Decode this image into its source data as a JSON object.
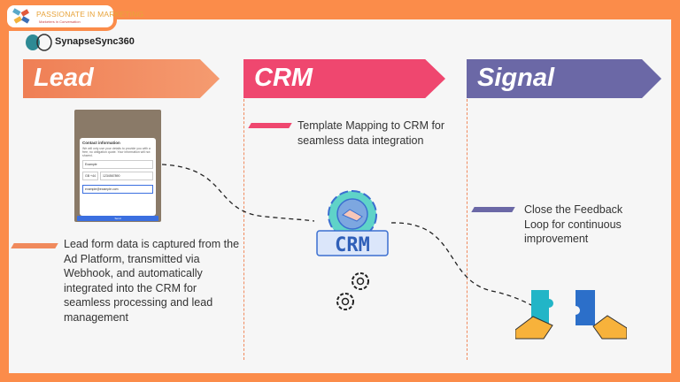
{
  "logo": {
    "title": "PASSIONATE IN MARKETING",
    "subtitle": "Marketers in Conversation"
  },
  "brand": "SynapseSync360",
  "colors": {
    "frame": "#fb8c4a",
    "lead": "#f28a5f",
    "crm": "#ef476f",
    "signal": "#6b68a6"
  },
  "stages": [
    {
      "label": "Lead",
      "description": "Lead form data is captured from the Ad Platform, transmitted via Webhook, and automatically integrated into the CRM for seamless processing and lead management"
    },
    {
      "label": "CRM",
      "description": "Template Mapping to CRM for seamless data integration"
    },
    {
      "label": "Signal",
      "description": "Close the Feedback Loop for continuous improvement"
    }
  ],
  "form": {
    "title": "Contact information",
    "intro": "We will only use your details to provide you with a free, no obligation quote. Your information will not shared.",
    "first_name": "Example",
    "country_code": "GB +44",
    "phone": "1234567890",
    "email": "example@example.com",
    "submit": "Send"
  },
  "crm_icon_label": "CRM"
}
